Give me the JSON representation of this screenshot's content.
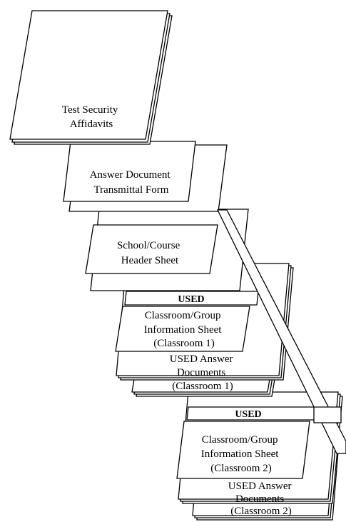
{
  "diagram": {
    "items": [
      {
        "id": "affidavits",
        "lines": [
          "Test Security",
          "Affidavits"
        ]
      },
      {
        "id": "transmittal",
        "lines": [
          "Answer Document",
          "Transmittal Form"
        ]
      },
      {
        "id": "school-header",
        "lines": [
          "School/Course",
          "Header Sheet"
        ]
      },
      {
        "id": "used-band-1",
        "lines": [
          "USED"
        ]
      },
      {
        "id": "classroom-info-1",
        "lines": [
          "Classroom/Group",
          "Information Sheet",
          "(Classroom 1)"
        ]
      },
      {
        "id": "answer-docs-1",
        "lines": [
          "USED Answer",
          "Documents",
          "(Classroom 1)"
        ]
      },
      {
        "id": "used-band-2",
        "lines": [
          "USED"
        ]
      },
      {
        "id": "classroom-info-2",
        "lines": [
          "Classroom/Group",
          "Information Sheet",
          "(Classroom 2)"
        ]
      },
      {
        "id": "answer-docs-2",
        "lines": [
          "USED Answer",
          "Documents",
          "(Classroom 2)"
        ]
      }
    ]
  }
}
